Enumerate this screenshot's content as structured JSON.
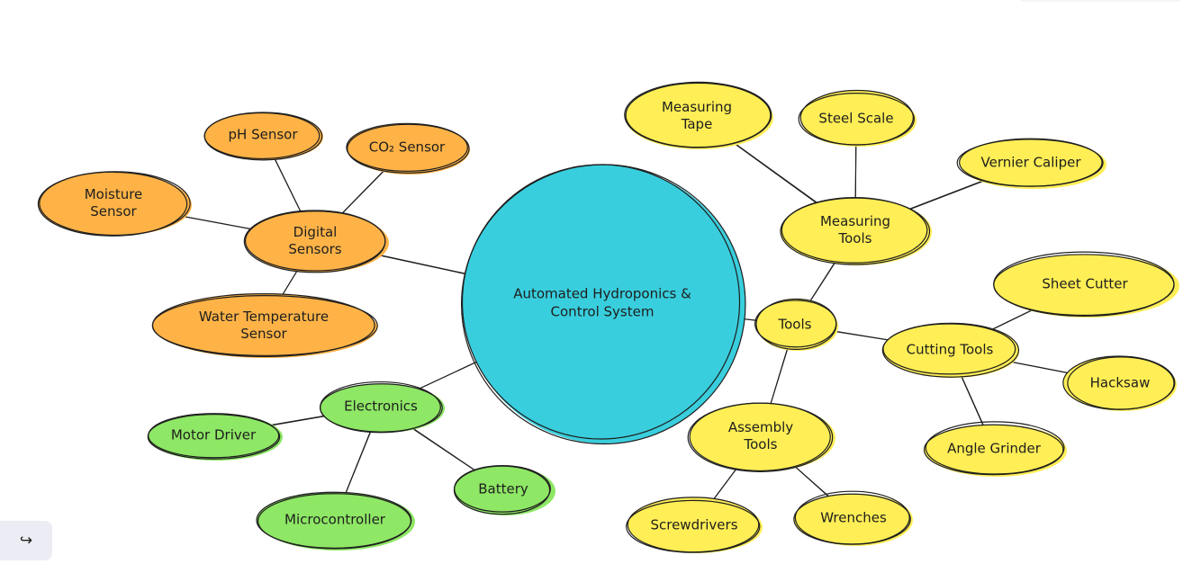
{
  "colors": {
    "orange": "#ffb347",
    "yellow": "#ffee55",
    "green": "#8ee765",
    "blue": "#39cedd",
    "stroke": "#1e1e1e"
  },
  "toolbar": {
    "redo_icon": "redo-icon"
  },
  "diagram": {
    "center": "Automated Hydroponics & Control System",
    "nodes": [
      {
        "id": "center",
        "lines": [
          "Automated Hydroponics &",
          "Control System"
        ],
        "color": "blue"
      },
      {
        "id": "digital-sensors",
        "lines": [
          "Digital",
          "Sensors"
        ],
        "color": "orange"
      },
      {
        "id": "ph-sensor",
        "lines": [
          "pH Sensor"
        ],
        "color": "orange"
      },
      {
        "id": "co2-sensor",
        "lines": [
          "CO₂ Sensor"
        ],
        "color": "orange"
      },
      {
        "id": "moisture-sensor",
        "lines": [
          "Moisture",
          "Sensor"
        ],
        "color": "orange"
      },
      {
        "id": "water-temp-sensor",
        "lines": [
          "Water Temperature",
          "Sensor"
        ],
        "color": "orange"
      },
      {
        "id": "electronics",
        "lines": [
          "Electronics"
        ],
        "color": "green"
      },
      {
        "id": "motor-driver",
        "lines": [
          "Motor Driver"
        ],
        "color": "green"
      },
      {
        "id": "microcontroller",
        "lines": [
          "Microcontroller"
        ],
        "color": "green"
      },
      {
        "id": "battery",
        "lines": [
          "Battery"
        ],
        "color": "green"
      },
      {
        "id": "tools",
        "lines": [
          "Tools"
        ],
        "color": "yellow"
      },
      {
        "id": "measuring-tools",
        "lines": [
          "Measuring",
          "Tools"
        ],
        "color": "yellow"
      },
      {
        "id": "measuring-tape",
        "lines": [
          "Measuring",
          "Tape"
        ],
        "color": "yellow"
      },
      {
        "id": "steel-scale",
        "lines": [
          "Steel Scale"
        ],
        "color": "yellow"
      },
      {
        "id": "vernier-caliper",
        "lines": [
          "Vernier Caliper"
        ],
        "color": "yellow"
      },
      {
        "id": "cutting-tools",
        "lines": [
          "Cutting Tools"
        ],
        "color": "yellow"
      },
      {
        "id": "sheet-cutter",
        "lines": [
          "Sheet Cutter"
        ],
        "color": "yellow"
      },
      {
        "id": "hacksaw",
        "lines": [
          "Hacksaw"
        ],
        "color": "yellow"
      },
      {
        "id": "angle-grinder",
        "lines": [
          "Angle Grinder"
        ],
        "color": "yellow"
      },
      {
        "id": "assembly-tools",
        "lines": [
          "Assembly",
          "Tools"
        ],
        "color": "yellow"
      },
      {
        "id": "screwdrivers",
        "lines": [
          "Screwdrivers"
        ],
        "color": "yellow"
      },
      {
        "id": "wrenches",
        "lines": [
          "Wrenches"
        ],
        "color": "yellow"
      }
    ],
    "edges": [
      [
        "center",
        "digital-sensors"
      ],
      [
        "digital-sensors",
        "ph-sensor"
      ],
      [
        "digital-sensors",
        "co2-sensor"
      ],
      [
        "digital-sensors",
        "moisture-sensor"
      ],
      [
        "digital-sensors",
        "water-temp-sensor"
      ],
      [
        "center",
        "electronics"
      ],
      [
        "electronics",
        "motor-driver"
      ],
      [
        "electronics",
        "microcontroller"
      ],
      [
        "electronics",
        "battery"
      ],
      [
        "center",
        "tools"
      ],
      [
        "tools",
        "measuring-tools"
      ],
      [
        "measuring-tools",
        "measuring-tape"
      ],
      [
        "measuring-tools",
        "steel-scale"
      ],
      [
        "measuring-tools",
        "vernier-caliper"
      ],
      [
        "tools",
        "cutting-tools"
      ],
      [
        "cutting-tools",
        "sheet-cutter"
      ],
      [
        "cutting-tools",
        "hacksaw"
      ],
      [
        "cutting-tools",
        "angle-grinder"
      ],
      [
        "tools",
        "assembly-tools"
      ],
      [
        "assembly-tools",
        "screwdrivers"
      ],
      [
        "assembly-tools",
        "wrenches"
      ]
    ]
  }
}
